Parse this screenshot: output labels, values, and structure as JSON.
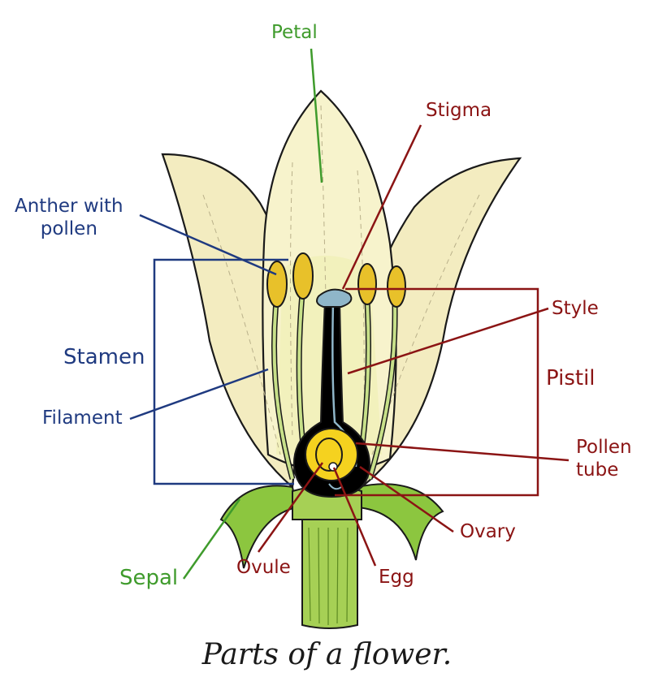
{
  "labels": {
    "petal": "Petal",
    "stigma": "Stigma",
    "anther": "Anther with\npollen",
    "stamen": "Stamen",
    "filament": "Filament",
    "style": "Style",
    "pistil": "Pistil",
    "pollen_tube": "Pollen\ntube",
    "ovary": "Ovary",
    "sepal": "Sepal",
    "ovule": "Ovule",
    "egg": "Egg"
  },
  "caption": "Parts of a flower.",
  "colors": {
    "petal_fill": "#f3ecc0",
    "petal_inner": "#f7f3cc",
    "sepal_fill": "#8cc63f",
    "stem_fill": "#a6d055",
    "anther_fill": "#e8c12a",
    "stigma_fill": "#8fb6c9",
    "style_fill": "#000000",
    "ovary_yellow": "#f5d21f",
    "green_label": "#3f9b2c",
    "blue_label": "#1f3a80",
    "red_label": "#8b1414"
  }
}
